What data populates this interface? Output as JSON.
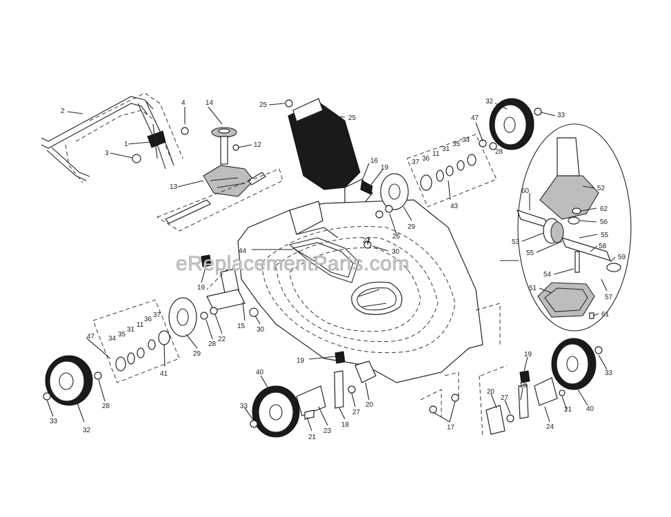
{
  "watermark": "eReplacementParts.com",
  "callouts": {
    "c2": "2",
    "c4": "4",
    "c1": "1",
    "c3": "3",
    "c14": "14",
    "c12": "12",
    "c13": "13",
    "c25a": "25",
    "c25b": "25",
    "c16": "16",
    "c19a": "19",
    "c32a": "32",
    "c33a": "33",
    "c47a": "47",
    "c37a": "37",
    "c36a": "36",
    "c11a": "11",
    "c31a": "31",
    "c35a": "35",
    "c34a": "34",
    "c28a": "28",
    "c43": "43",
    "c29a": "29",
    "c26": "26",
    "c22a": "22",
    "c30a": "30",
    "c44": "44",
    "c52": "52",
    "c60": "60",
    "c62": "62",
    "c56": "56",
    "c55a": "55",
    "c53": "53",
    "c55b": "55",
    "c58": "58",
    "c59": "59",
    "c54": "54",
    "c51a": "51",
    "c57": "57",
    "c61": "61",
    "c19b": "19",
    "c15": "15",
    "c30b": "30",
    "c47b": "47",
    "c34b": "34",
    "c35b": "35",
    "c31b": "31",
    "c11b": "11",
    "c36b": "36",
    "c37b": "37",
    "c28b": "28",
    "c22b": "22",
    "c41": "41",
    "c29b": "29",
    "c19c": "19",
    "c32b": "32",
    "c33b": "33",
    "c28c": "28",
    "c40a": "40",
    "c33c": "33",
    "c21a": "21",
    "c23": "23",
    "c18a": "18",
    "c27a": "27",
    "c20a": "20",
    "c17": "17",
    "c19d": "19",
    "c18b": "18",
    "c20b": "20",
    "c27b": "27",
    "c24": "24",
    "c21b": "21",
    "c40b": "40",
    "c33d": "33"
  }
}
